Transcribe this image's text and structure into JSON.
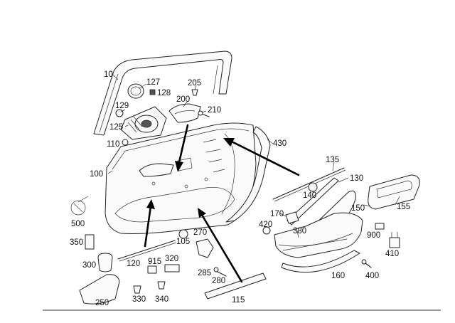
{
  "diagram": {
    "labels": {
      "p10": "10",
      "p100": "100",
      "p105": "105",
      "p110": "110",
      "p115": "115",
      "p120": "120",
      "p125": "125",
      "p127": "127",
      "p128": "128",
      "p129": "129",
      "p130": "130",
      "p135": "135",
      "p140": "140",
      "p150": "150",
      "p155": "155",
      "p160": "160",
      "p170": "170",
      "p200": "200",
      "p205": "205",
      "p210": "210",
      "p250": "250",
      "p270": "270",
      "p280": "280",
      "p285": "285",
      "p300": "300",
      "p320": "320",
      "p330": "330",
      "p340": "340",
      "p350": "350",
      "p380": "380",
      "p400": "400",
      "p410": "410",
      "p420": "420",
      "p430": "430",
      "p500": "500",
      "p900": "900",
      "p915": "915"
    }
  }
}
